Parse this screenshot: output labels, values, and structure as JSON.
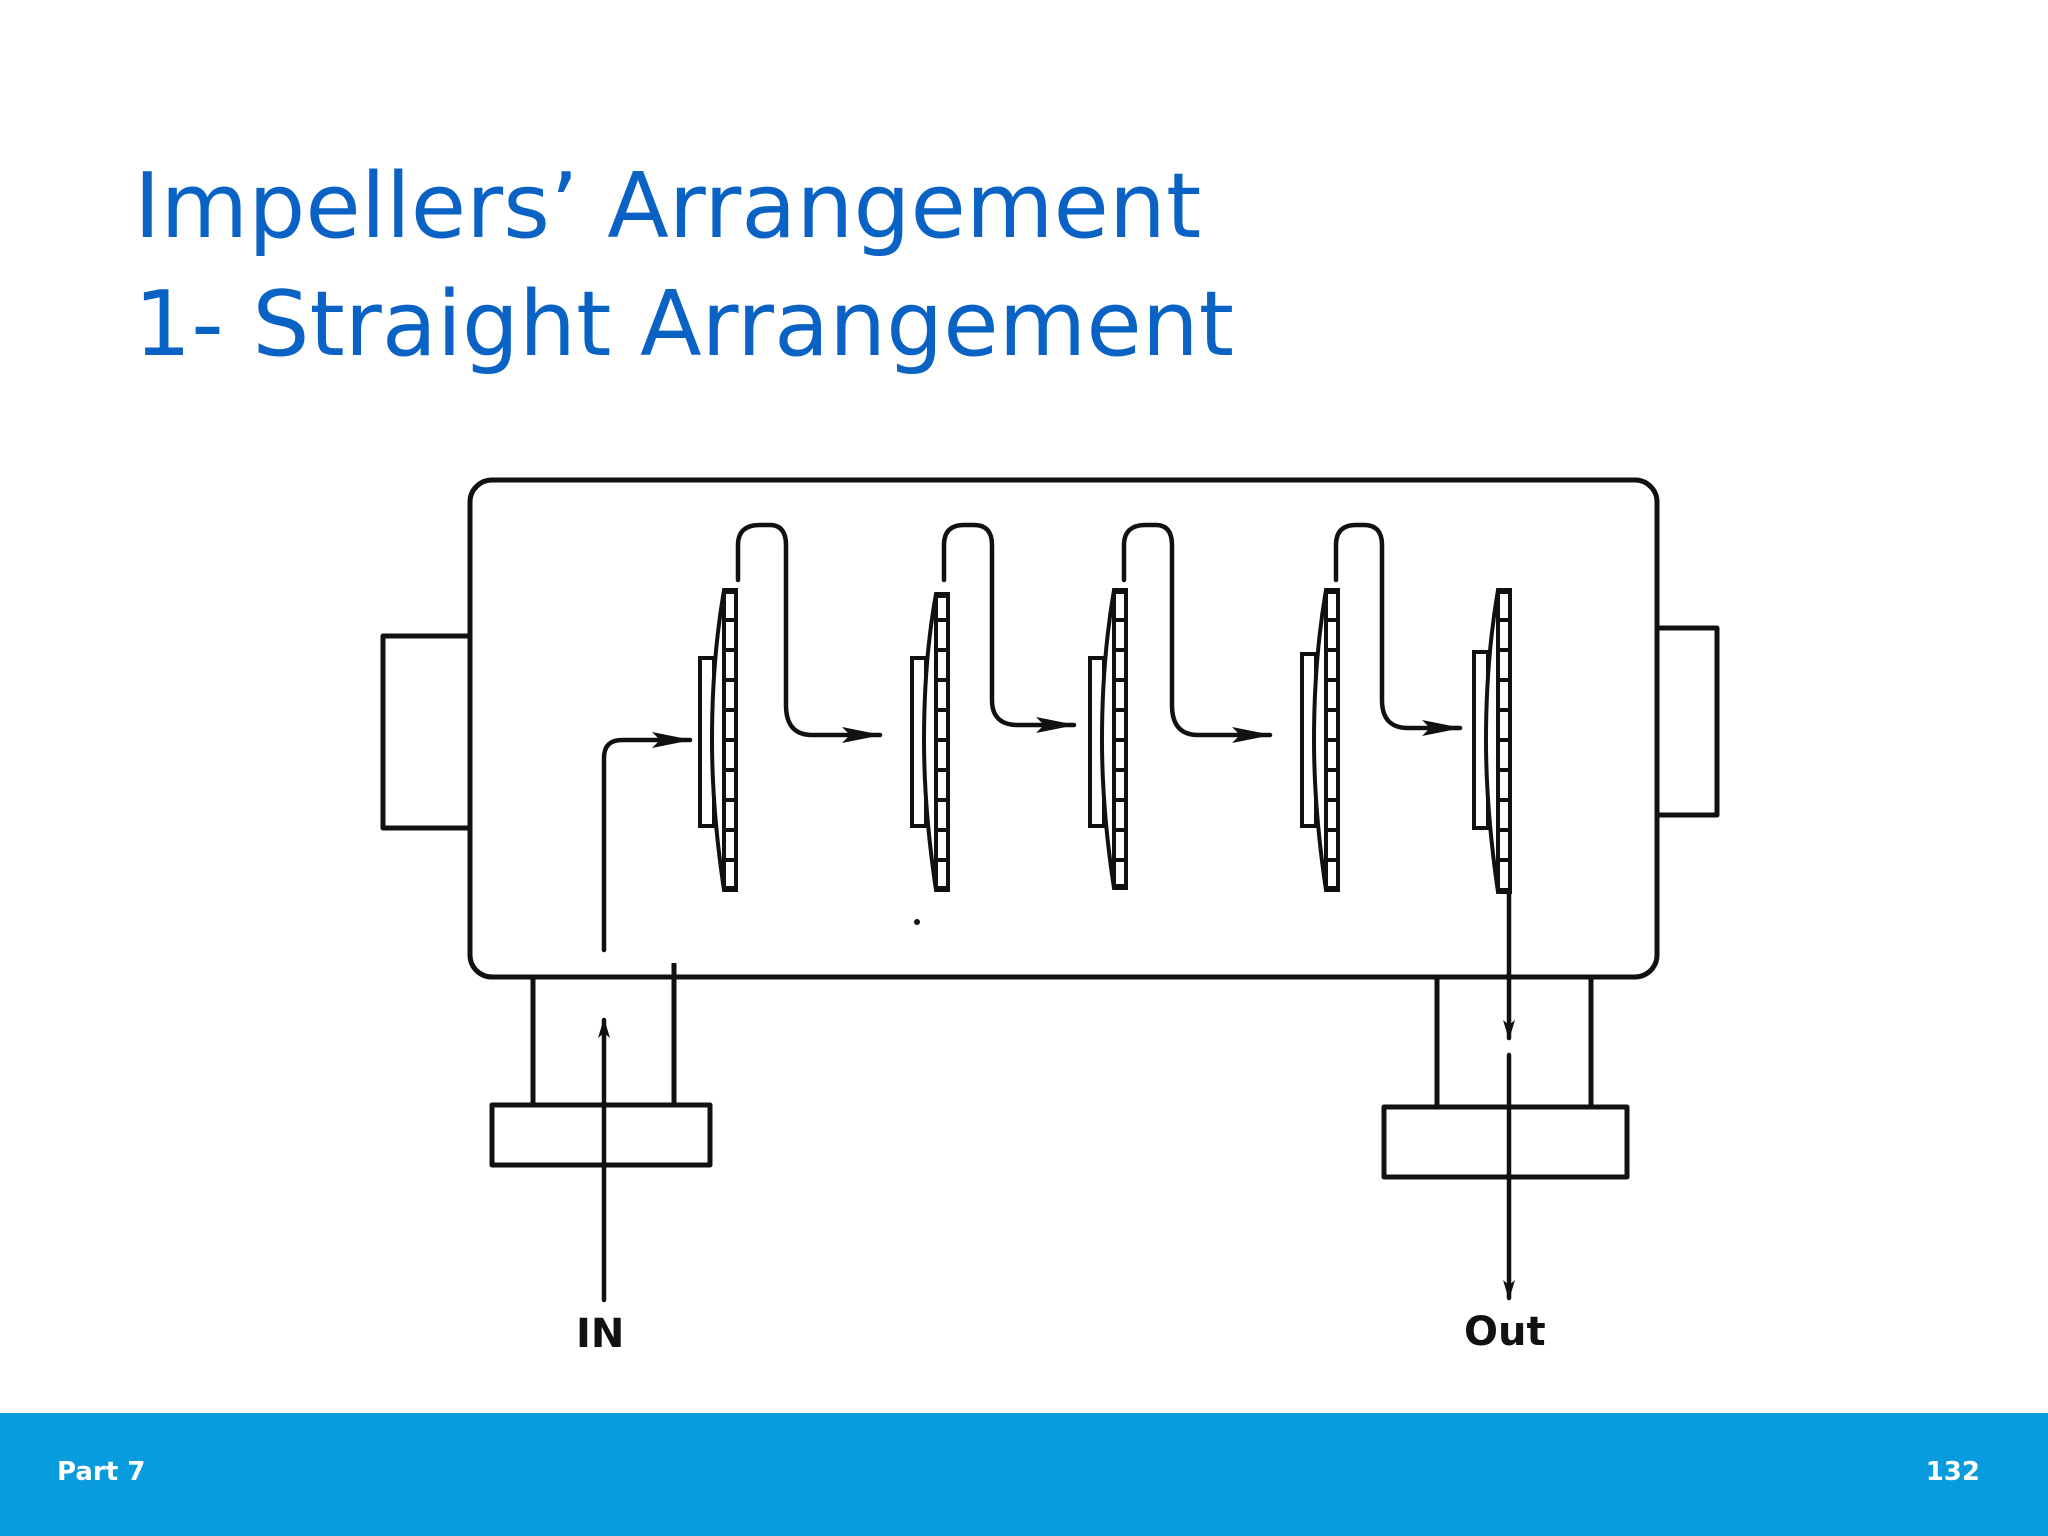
{
  "slide": {
    "title_line1": "Impellers’ Arrangement",
    "title_line2": "1- Straight Arrangement"
  },
  "diagram": {
    "in_label": "IN",
    "out_label": "Out",
    "impeller_count": 5,
    "line_color": "#111111"
  },
  "footer": {
    "section": "Part 7",
    "page_number": "132",
    "bar_color": "#089bdd"
  },
  "colors": {
    "title": "#0a63c4"
  }
}
